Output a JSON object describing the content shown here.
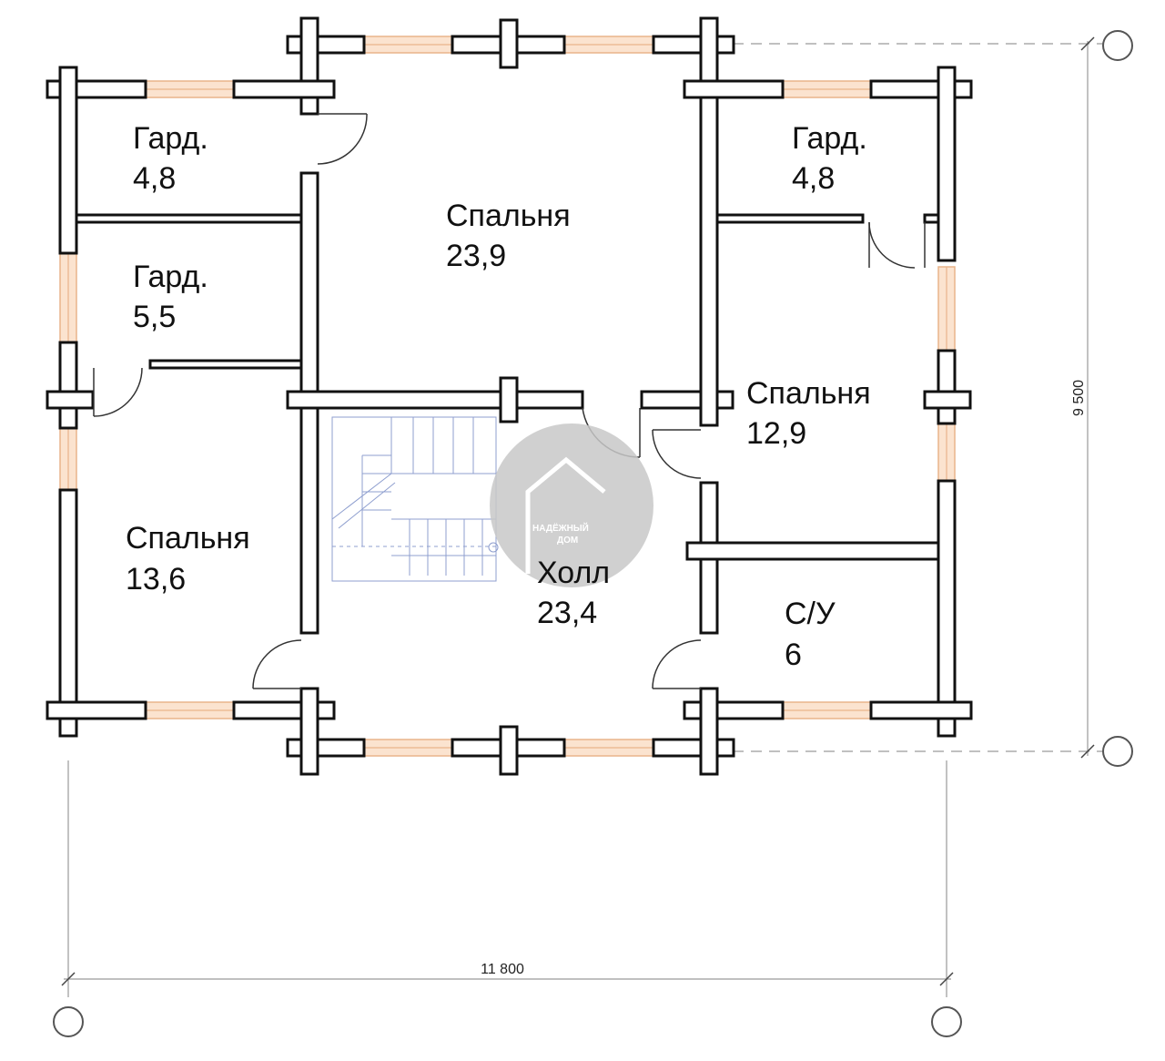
{
  "rooms": [
    {
      "name": "Гард.",
      "area": "4,8"
    },
    {
      "name": "Гард.",
      "area": "5,5"
    },
    {
      "name": "Спальня",
      "area": "23,9"
    },
    {
      "name": "Гард.",
      "area": "4,8"
    },
    {
      "name": "Спальня",
      "area": "12,9"
    },
    {
      "name": "Спальня",
      "area": "13,6"
    },
    {
      "name": "Холл",
      "area": "23,4"
    },
    {
      "name": "С/У",
      "area": "6"
    }
  ],
  "dimensions": {
    "width": "11 800",
    "height": "9 500"
  },
  "watermark": {
    "line1": "НАДЁЖНЫЙ",
    "line2": "ДОМ"
  }
}
